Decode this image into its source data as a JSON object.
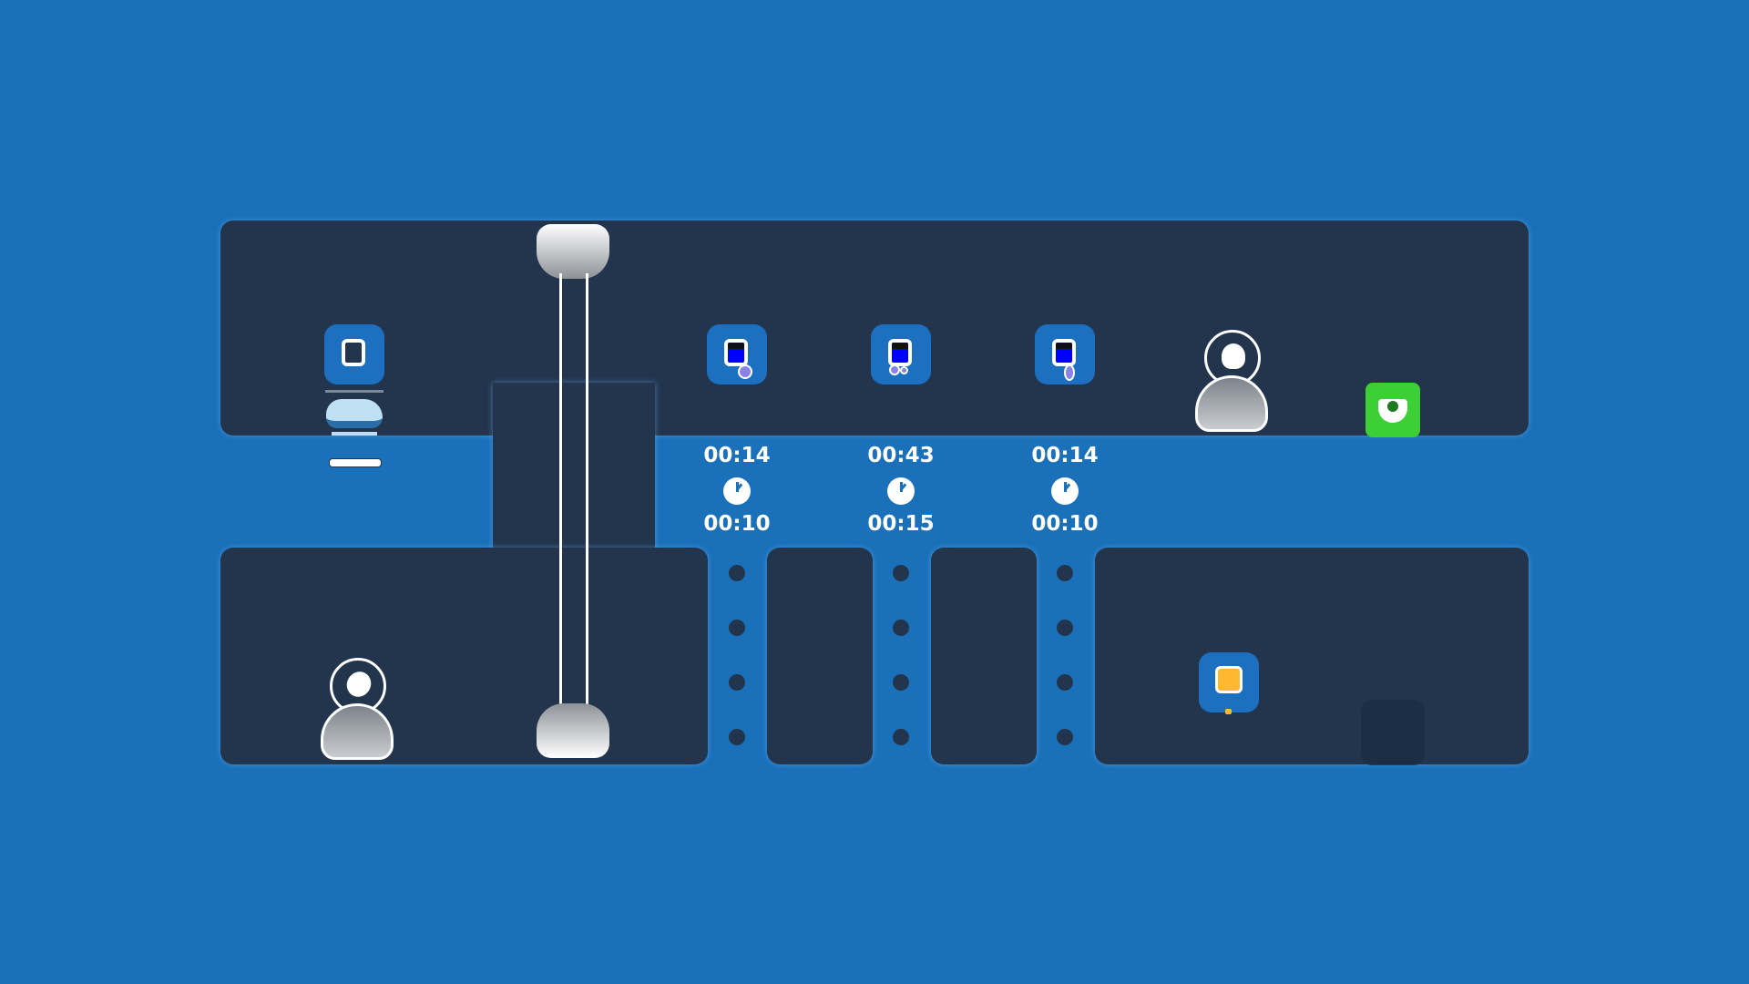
{
  "level": {
    "stations": [
      {
        "timer_top": "00:14",
        "timer_bottom": "00:10"
      },
      {
        "timer_top": "00:43",
        "timer_bottom": "00:15"
      },
      {
        "timer_top": "00:14",
        "timer_bottom": "00:10"
      }
    ],
    "colors": {
      "background": "#1a70b9",
      "floor": "#22354d",
      "monster": "#3ccf36",
      "item": "#ffb830"
    }
  }
}
